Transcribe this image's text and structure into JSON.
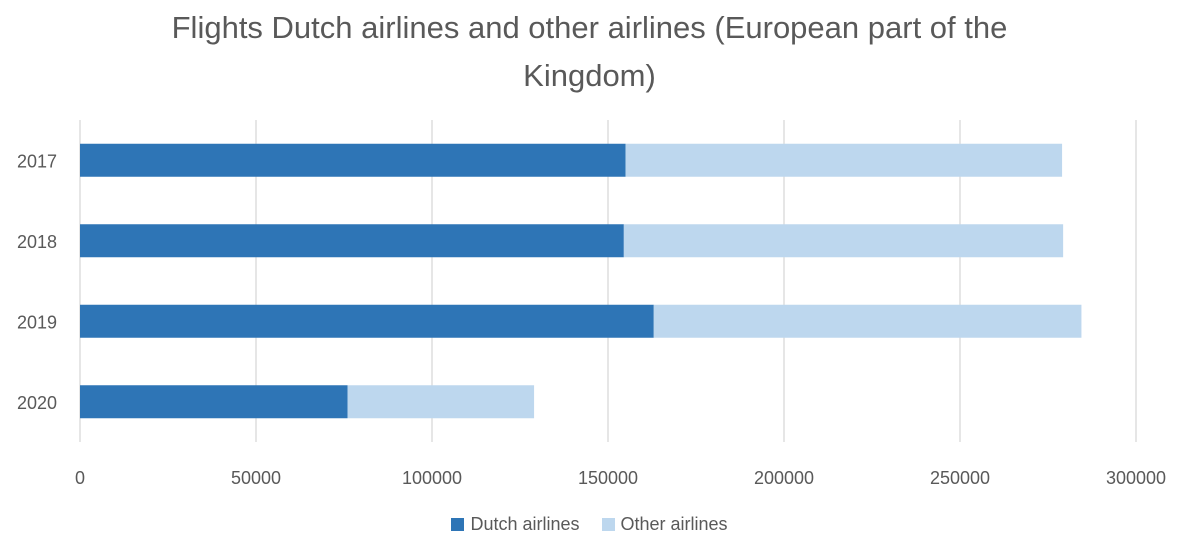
{
  "chart_data": {
    "type": "bar",
    "orientation": "horizontal",
    "stacked": true,
    "title": "Flights Dutch airlines and other airlines (European part of the Kingdom)",
    "title_lines": [
      "Flights Dutch airlines and other airlines (European part of the",
      "Kingdom)"
    ],
    "categories": [
      "2017",
      "2018",
      "2019",
      "2020"
    ],
    "series": [
      {
        "name": "Dutch airlines",
        "color": "#2E75B6",
        "values": [
          155000,
          154500,
          163000,
          76000
        ]
      },
      {
        "name": "Other airlines",
        "color": "#BDD7EE",
        "values": [
          124000,
          124800,
          121500,
          53000
        ]
      }
    ],
    "xlim": [
      0,
      300000
    ],
    "xticks": [
      "0",
      "50000",
      "100000",
      "150000",
      "200000",
      "250000",
      "300000"
    ],
    "grid": true,
    "legend_position": "bottom"
  }
}
